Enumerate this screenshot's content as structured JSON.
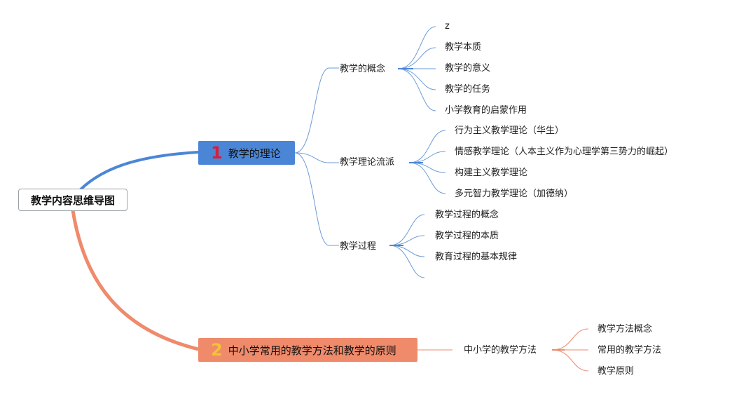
{
  "root": {
    "label": "教学内容思维导图"
  },
  "colors": {
    "blue": "#4b86d6",
    "orange": "#ef8a6b",
    "badge1": "#d81e3a",
    "badge2": "#f2c335"
  },
  "branch1": {
    "number": "1",
    "label": "教学的理论",
    "topics": [
      {
        "label": "教学的概念",
        "items": [
          "z",
          "教学本质",
          "教学的意义",
          "教学的任务",
          "小学教育的启蒙作用"
        ]
      },
      {
        "label": "教学理论流派",
        "items": [
          "行为主义教学理论（华生）",
          "情感教学理论（人本主义作为心理学第三势力的崛起）",
          "构建主义教学理论",
          "多元智力教学理论（加德纳）"
        ]
      },
      {
        "label": "教学过程",
        "items": [
          "教学过程的概念",
          "教学过程的本质",
          "教育过程的基本规律",
          ""
        ]
      }
    ]
  },
  "branch2": {
    "number": "2",
    "label": "中小学常用的教学方法和教学的原则",
    "topics": [
      {
        "label": "中小学的教学方法",
        "items": [
          "教学方法概念",
          "常用的教学方法",
          "教学原则"
        ]
      }
    ]
  }
}
